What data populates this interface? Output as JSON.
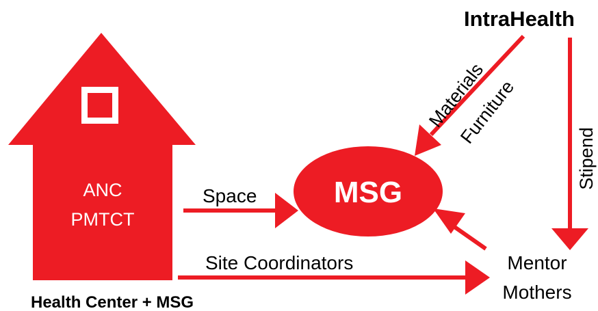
{
  "colors": {
    "accent": "#ED1C24",
    "text": "#000000",
    "inverse": "#ffffff"
  },
  "nodes": {
    "intrahealth": "IntraHealth",
    "house_line1": "ANC",
    "house_line2": "PMTCT",
    "house_caption": "Health Center + MSG",
    "msg": "MSG",
    "mentor_line1": "Mentor",
    "mentor_line2": "Mothers"
  },
  "edges": {
    "materials": "Materials",
    "furniture": "Furniture",
    "stipend": "Stipend",
    "space": "Space",
    "site_coordinators": "Site Coordinators"
  }
}
